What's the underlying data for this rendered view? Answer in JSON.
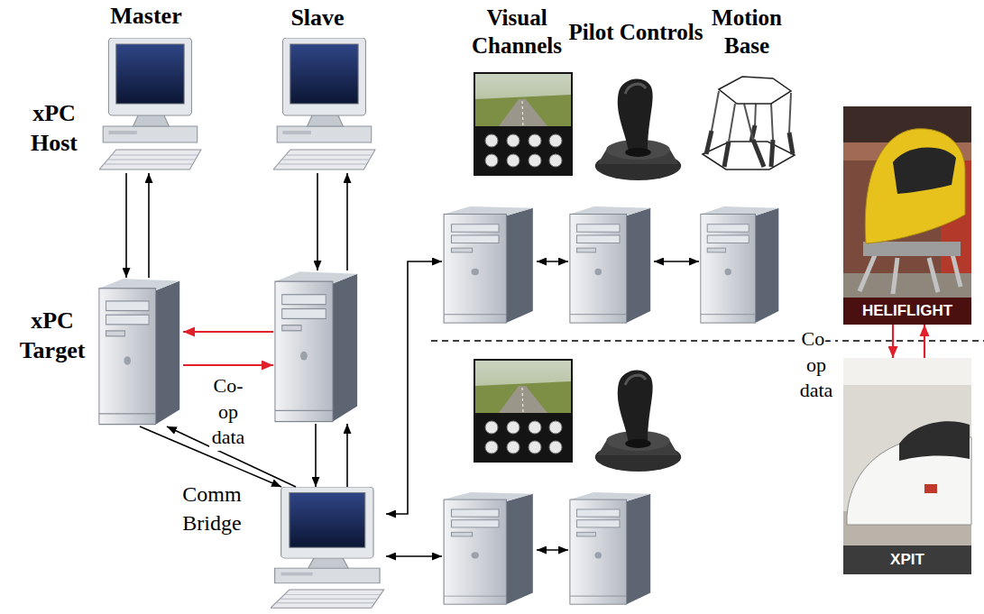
{
  "diagram": {
    "nodes": [
      {
        "text": [
          "Master"
        ]
      },
      {
        "text": [
          "Slave"
        ]
      },
      {
        "text": []
      },
      {
        "text": []
      },
      {
        "text": [
          "Comm Bridge"
        ]
      },
      {
        "text": [
          "Visual Channels"
        ]
      },
      {
        "text": [
          "Pilot Controls"
        ]
      },
      {
        "text": [
          "Motion Base"
        ]
      },
      {
        "text": []
      },
      {
        "text": []
      },
      {
        "text": [
          "HELIFLIGHT"
        ]
      },
      {
        "text": [
          "XPIT"
        ]
      }
    ],
    "edges": [
      {
        "from": 0,
        "to": 2,
        "arrow": "to"
      },
      {
        "from": 2,
        "to": 0,
        "arrow": "to"
      },
      {
        "from": 1,
        "to": 3,
        "arrow": "to"
      },
      {
        "from": 3,
        "to": 1,
        "arrow": "to"
      },
      {
        "from": 3,
        "to": 2,
        "arrow": "to"
      },
      {
        "from": 2,
        "to": 3,
        "arrow": "to",
        "label": "Co-op data"
      },
      {
        "from": 2,
        "to": 4,
        "arrow": "to"
      },
      {
        "from": 4,
        "to": 2,
        "arrow": "to"
      },
      {
        "from": 3,
        "to": 4,
        "arrow": "to"
      },
      {
        "from": 4,
        "to": 3,
        "arrow": "to"
      },
      {
        "from": 4,
        "to": 5,
        "arrow": "both"
      },
      {
        "from": 4,
        "to": 8,
        "arrow": "both"
      },
      {
        "from": 5,
        "to": 6,
        "arrow": "both"
      },
      {
        "from": 6,
        "to": 7,
        "arrow": "both"
      },
      {
        "from": 8,
        "to": 9,
        "arrow": "both"
      },
      {
        "from": 10,
        "to": 11,
        "arrow": "to",
        "label": "Co-op data"
      },
      {
        "from": 11,
        "to": 10,
        "arrow": "to"
      }
    ],
    "labels": [
      "xPC Host",
      "xPC Target"
    ]
  }
}
